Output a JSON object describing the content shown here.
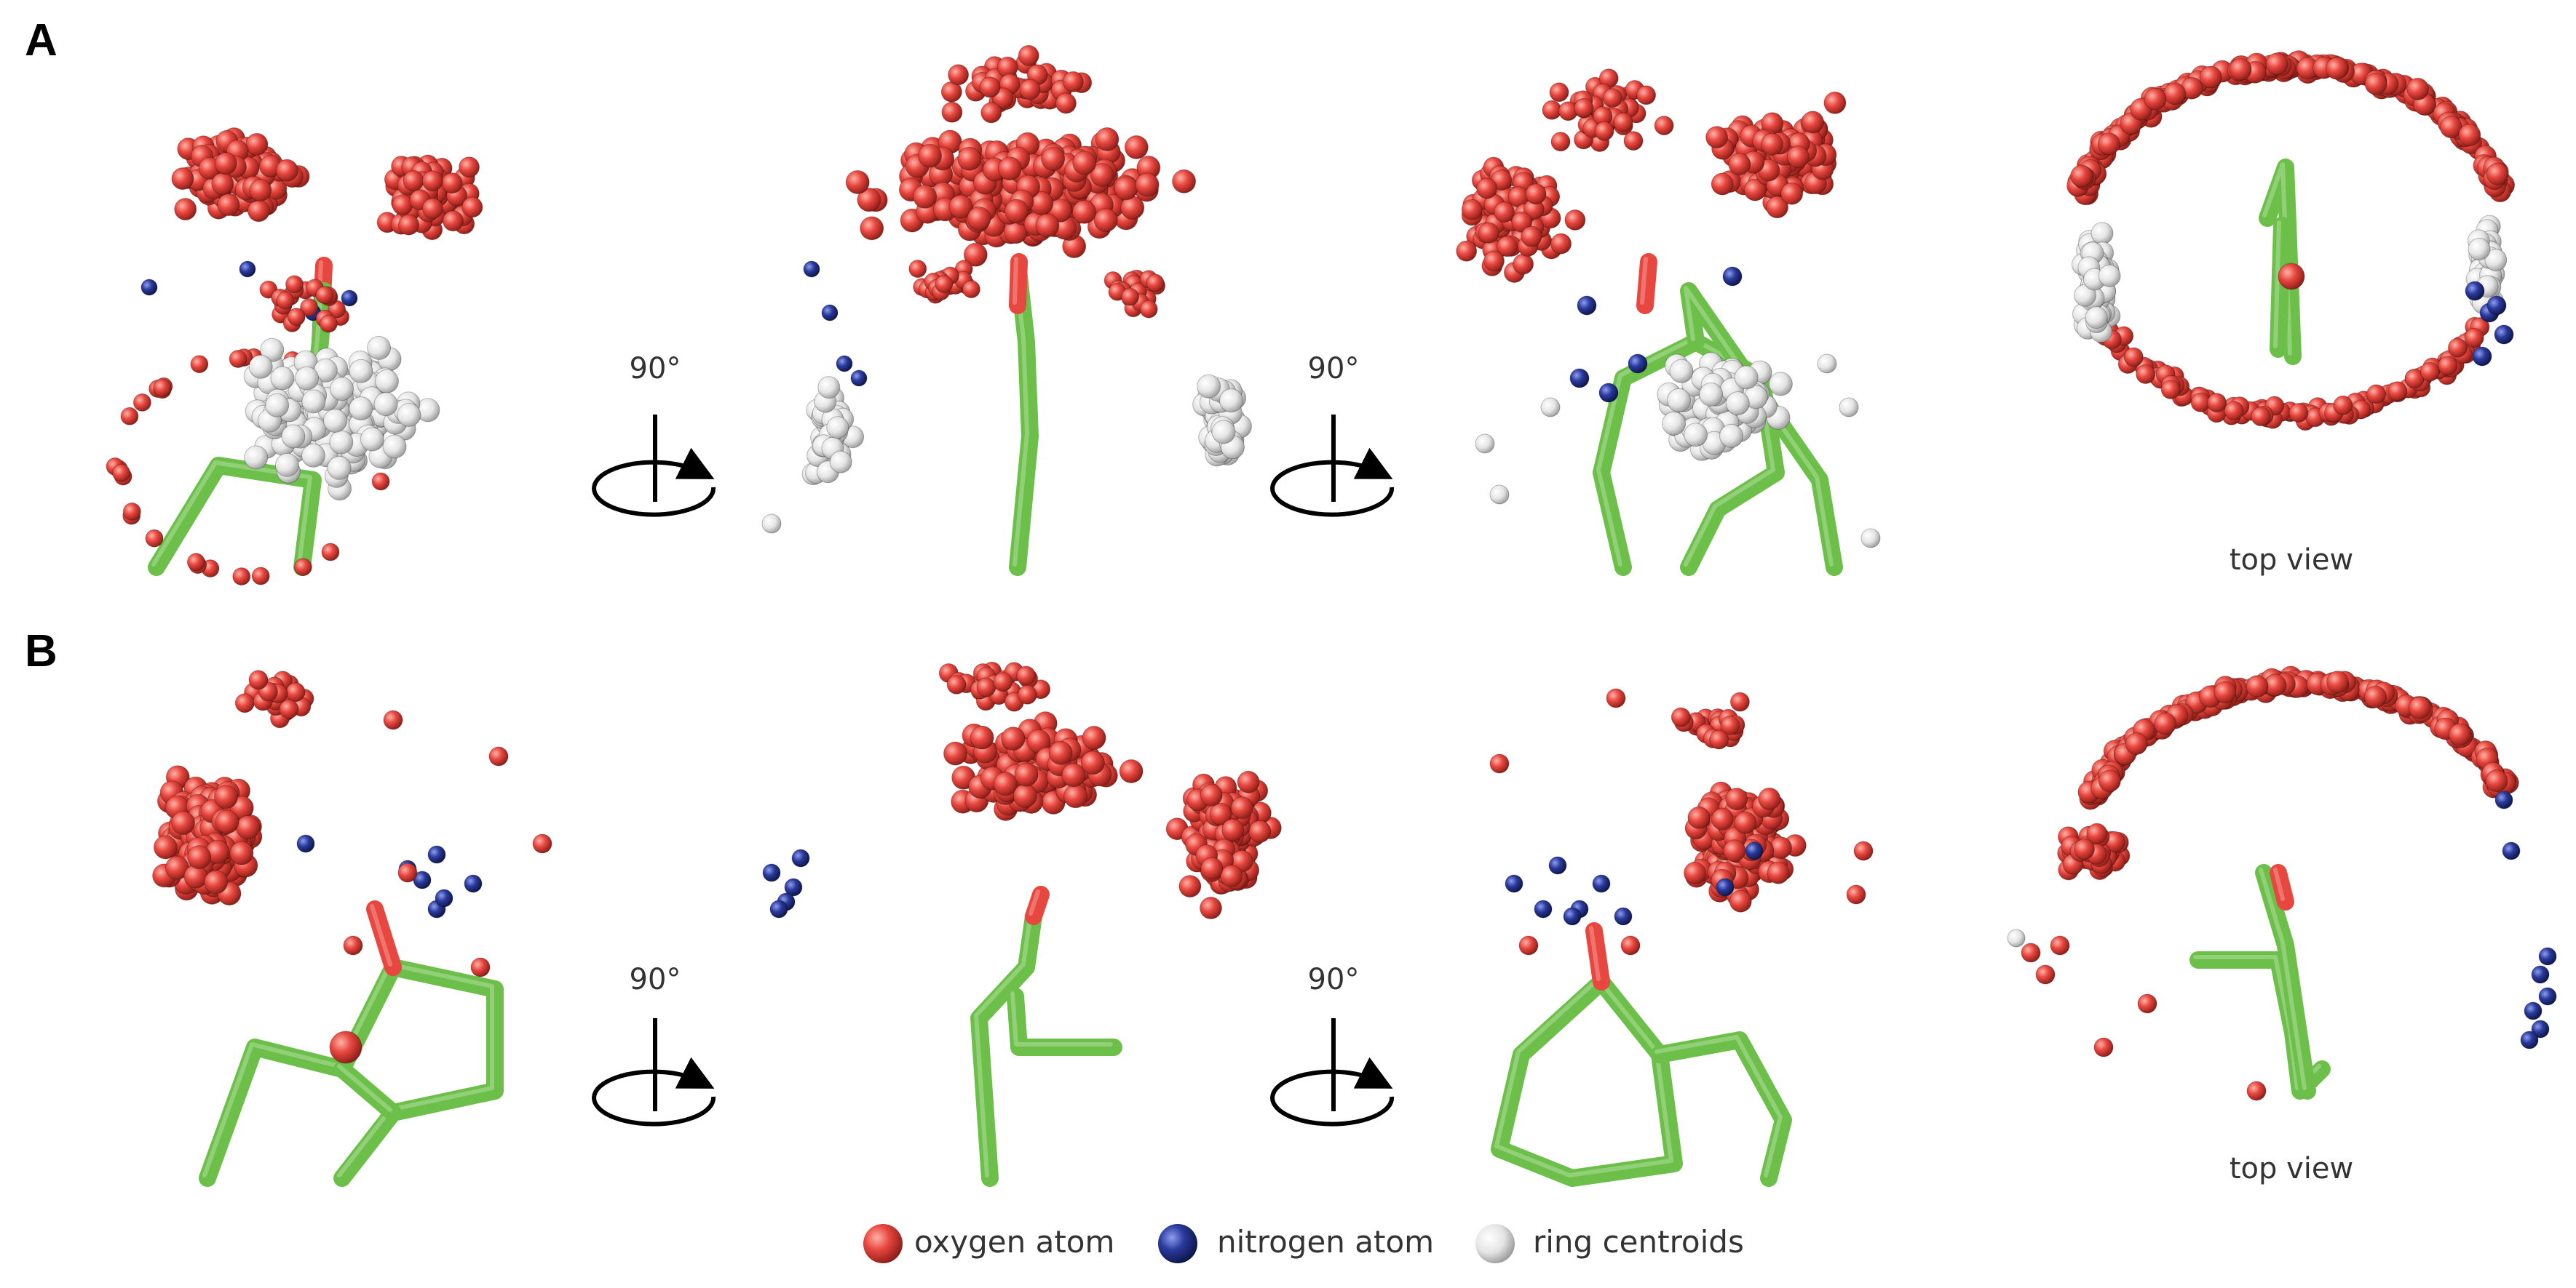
{
  "figure": {
    "panels": [
      {
        "letter": "A",
        "rotation_labels": [
          "90°",
          "90°"
        ],
        "top_view_label": "top view"
      },
      {
        "letter": "B",
        "rotation_labels": [
          "90°",
          "90°"
        ],
        "top_view_label": "top view"
      }
    ]
  },
  "legend": [
    {
      "label": "oxygen atom",
      "color": "#e8473f",
      "icon": "oxygen-sphere-icon"
    },
    {
      "label": "nitrogen atom",
      "color": "#2a3a9c",
      "icon": "nitrogen-sphere-icon"
    },
    {
      "label": "ring centroids",
      "color": "#e6e6e6",
      "icon": "centroid-sphere-icon"
    }
  ],
  "colors": {
    "oxygen": "#e8473f",
    "nitrogen": "#2a3a9c",
    "centroid": "#e6e6e6",
    "bond": "#6cc04a"
  }
}
